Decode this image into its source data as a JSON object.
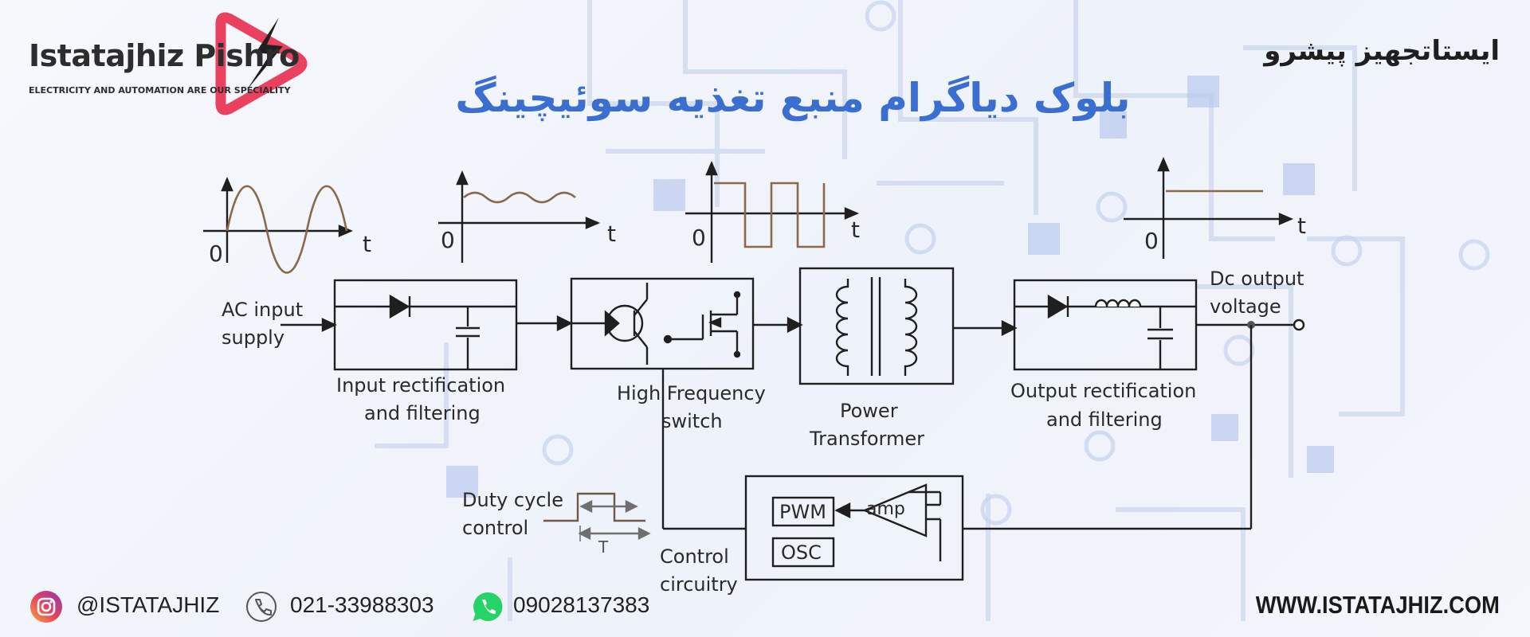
{
  "header": {
    "brand_name": "Istatajhiz Pishro",
    "brand_tagline": "ELECTRICITY AND AUTOMATION ARE OUR SPECIALITY",
    "brand_persian": "ایستاتجهیز پیشرو",
    "title": "بلوک دیاگرام منبع تغذیه سوئیچینگ"
  },
  "diagram": {
    "waveform_zero": "0",
    "waveform_time": "t",
    "ac_input": [
      "AC input",
      "supply"
    ],
    "input_block": [
      "Input rectification",
      "and filtering"
    ],
    "switch_block": [
      "High Frequency",
      "switch"
    ],
    "transformer_block": [
      "Power",
      "Transformer"
    ],
    "output_block": [
      "Output rectification",
      "and filtering"
    ],
    "dc_output": [
      "Dc output",
      "voltage"
    ],
    "duty_cycle": [
      "Duty cycle",
      "control"
    ],
    "period_label": "T",
    "control_block": [
      "Control",
      "circuitry"
    ],
    "pwm": "PWM",
    "osc": "OSC",
    "amp": "amp"
  },
  "footer": {
    "instagram": "@ISTATAJHIZ",
    "phone": "021-33988303",
    "whatsapp": "09028137383",
    "website": "WWW.ISTATAJHIZ.COM"
  },
  "colors": {
    "title_blue": "#3a6fd1",
    "brand_red": "#e9415f",
    "wave_brown": "#8a6a4a",
    "whatsapp_green": "#25d366"
  },
  "icons": [
    "logo-icon",
    "instagram-icon",
    "phone-icon",
    "whatsapp-icon"
  ]
}
